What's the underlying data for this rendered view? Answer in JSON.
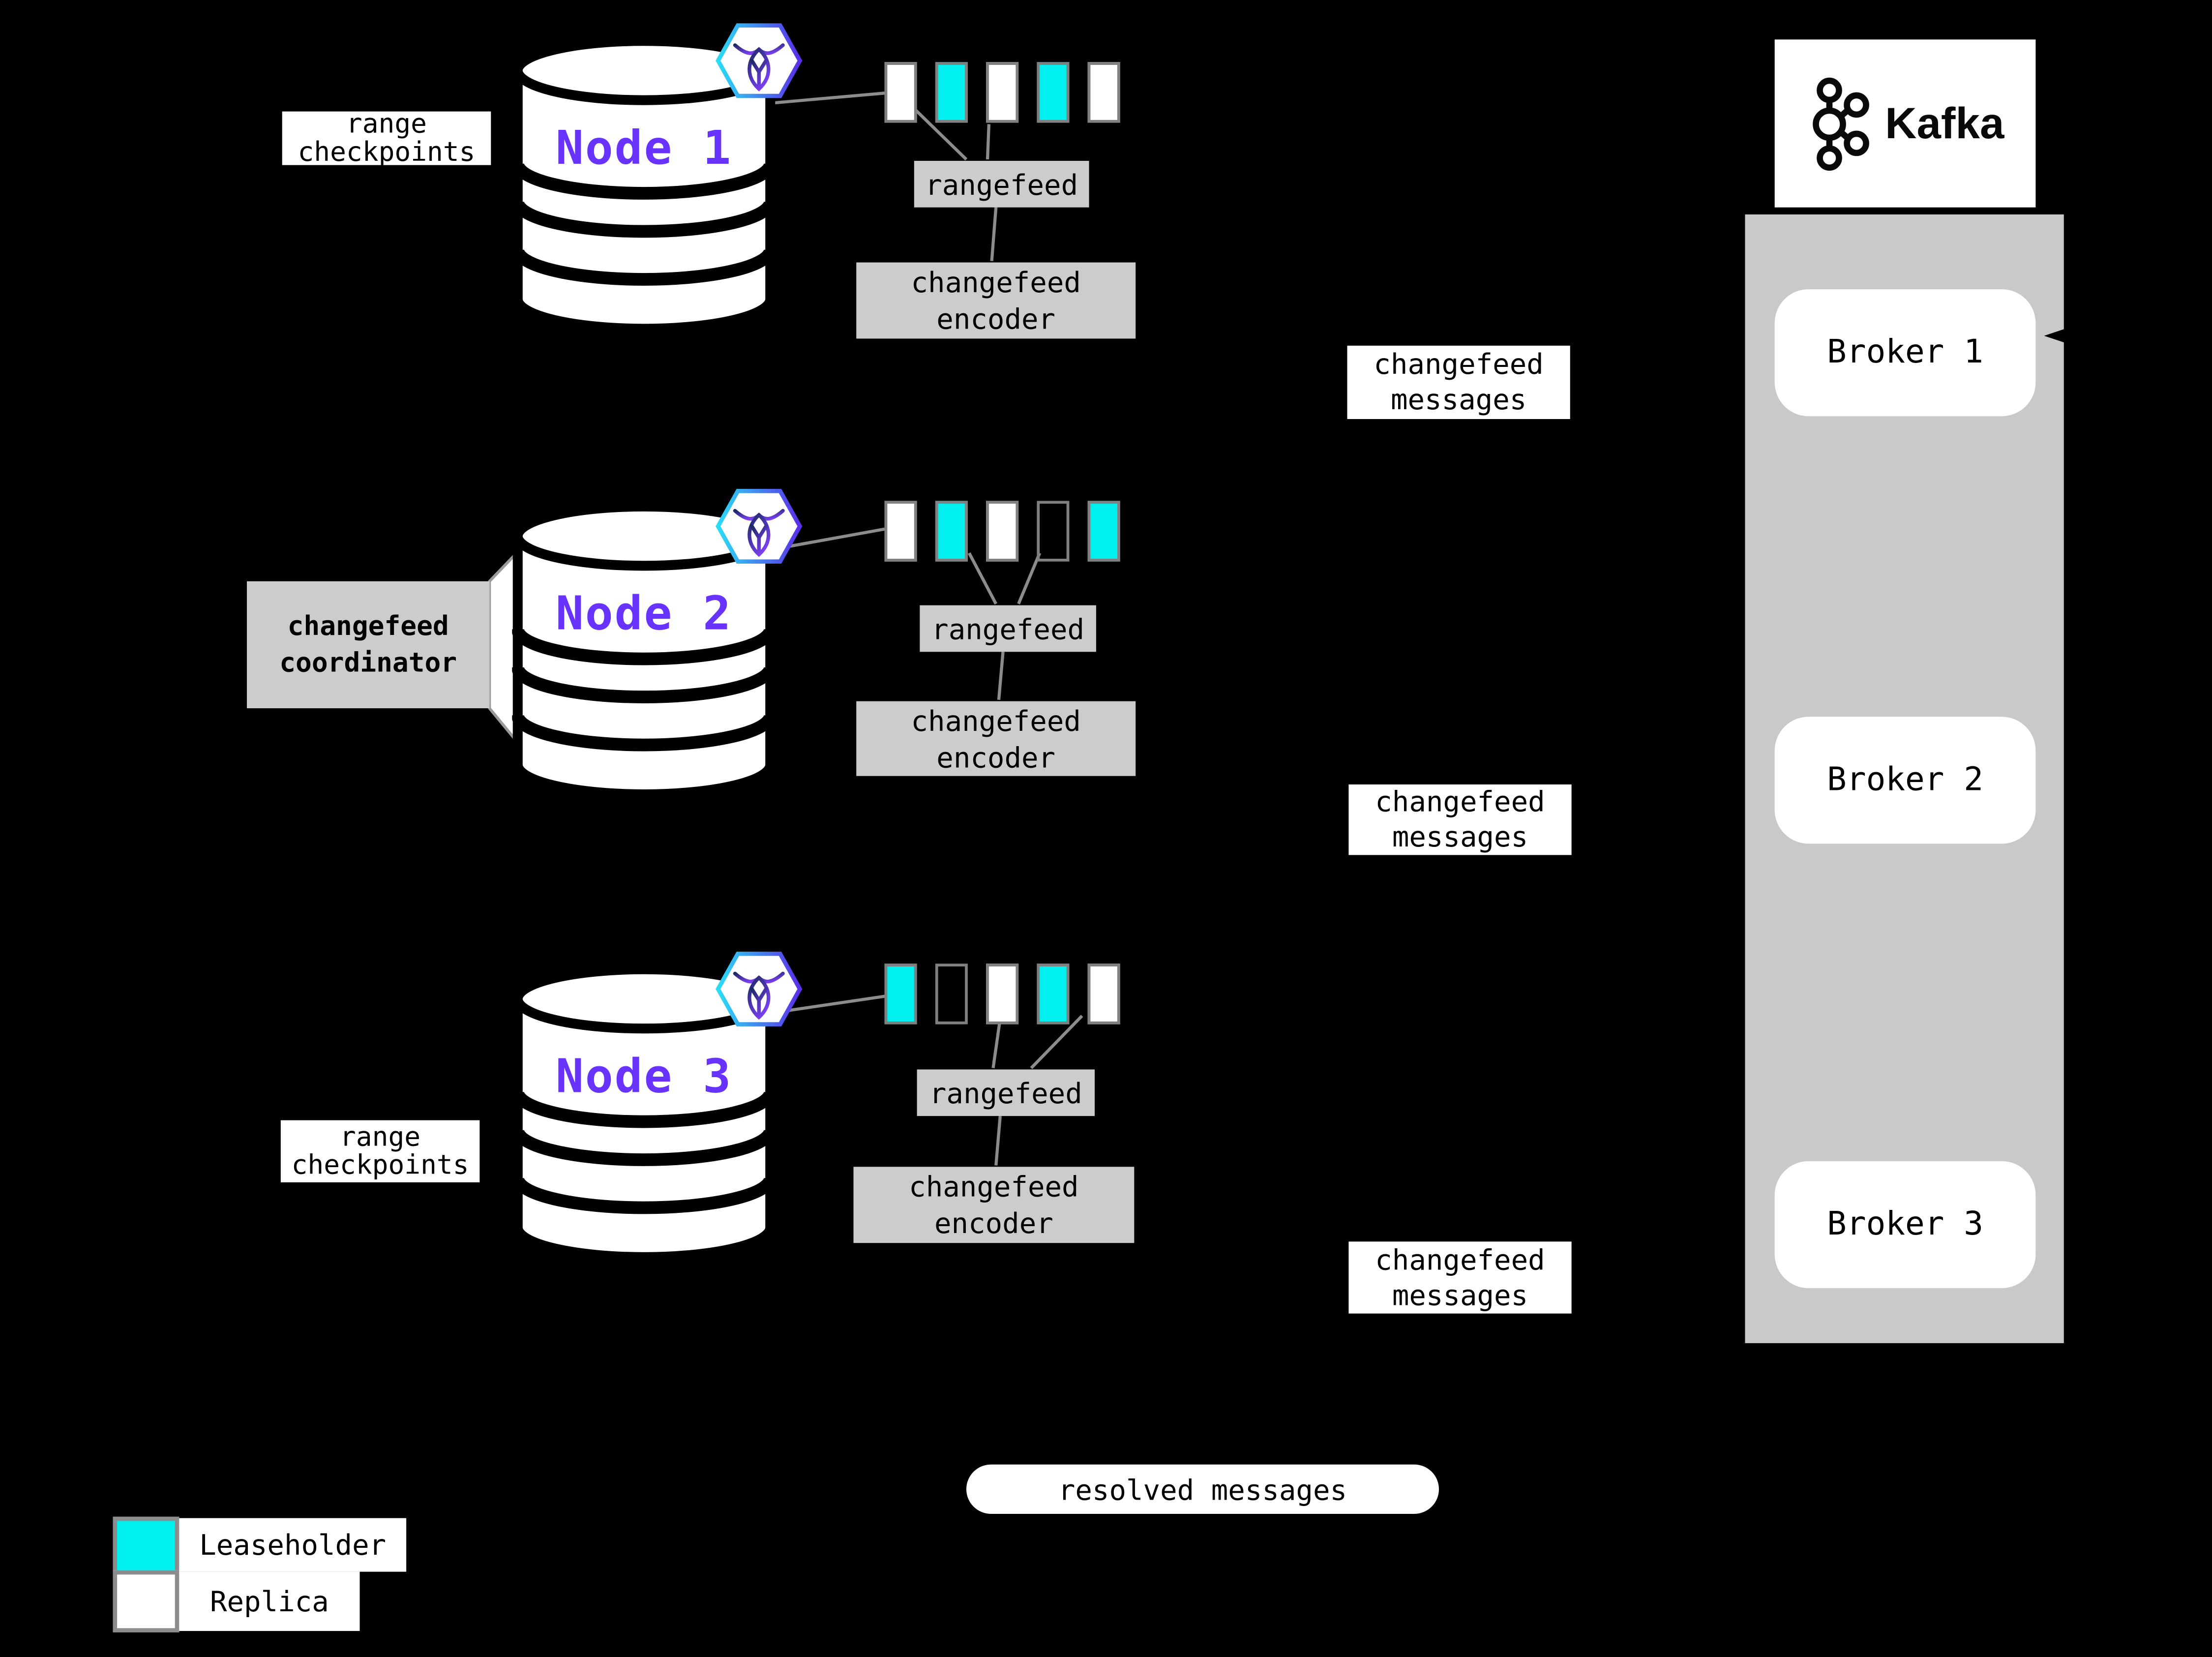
{
  "labels": {
    "range_checkpoints": {
      "line1": "range",
      "line2": "checkpoints"
    },
    "rangefeed": "rangefeed",
    "changefeed_encoder": {
      "line1": "changefeed",
      "line2": "encoder"
    },
    "changefeed_messages": {
      "line1": "changefeed",
      "line2": "messages"
    },
    "changefeed_coordinator": {
      "line1": "changefeed",
      "line2": "coordinator"
    },
    "resolved_messages": "resolved messages"
  },
  "nodes": [
    {
      "label": "Node 1",
      "ranges": [
        "replica",
        "leaseholder",
        "replica",
        "leaseholder",
        "replica"
      ]
    },
    {
      "label": "Node 2",
      "ranges": [
        "replica",
        "leaseholder",
        "replica",
        "empty",
        "leaseholder"
      ]
    },
    {
      "label": "Node 3",
      "ranges": [
        "leaseholder",
        "empty",
        "replica",
        "leaseholder",
        "replica"
      ]
    }
  ],
  "kafka": {
    "wordmark": "Kafka",
    "brokers": [
      {
        "label": "Broker 1"
      },
      {
        "label": "Broker 2"
      },
      {
        "label": "Broker 3"
      }
    ]
  },
  "legend": {
    "items": [
      {
        "label": "Leaseholder",
        "type": "leaseholder"
      },
      {
        "label": "Replica",
        "type": "replica"
      }
    ],
    "colors": {
      "leaseholder": "#00F0F0",
      "replica": "#FFFFFF",
      "empty": "transparent"
    }
  },
  "colors": {
    "accent_purple": "#6933FF",
    "connector_gray": "#8C8C8C",
    "panel_gray": "#C9C9C9",
    "label_gray": "#CCCCCC"
  }
}
